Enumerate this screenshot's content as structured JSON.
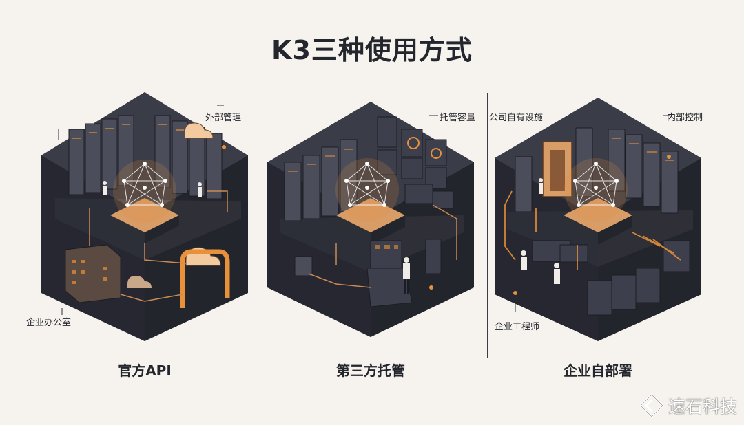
{
  "title": "K3三种使用方式",
  "panels": [
    {
      "label": "官方API",
      "callouts": [
        "外部管理",
        "企业办公室"
      ]
    },
    {
      "label": "第三方托管",
      "callouts": [
        "托管容量"
      ]
    },
    {
      "label": "企业自部署",
      "callouts": [
        "公司自有设施",
        "内部控制",
        "企业工程师"
      ]
    }
  ],
  "watermark": "速石科技",
  "colors": {
    "accent": "#e8913a",
    "dark": "#2c2e38",
    "background": "#f6f2ed"
  }
}
